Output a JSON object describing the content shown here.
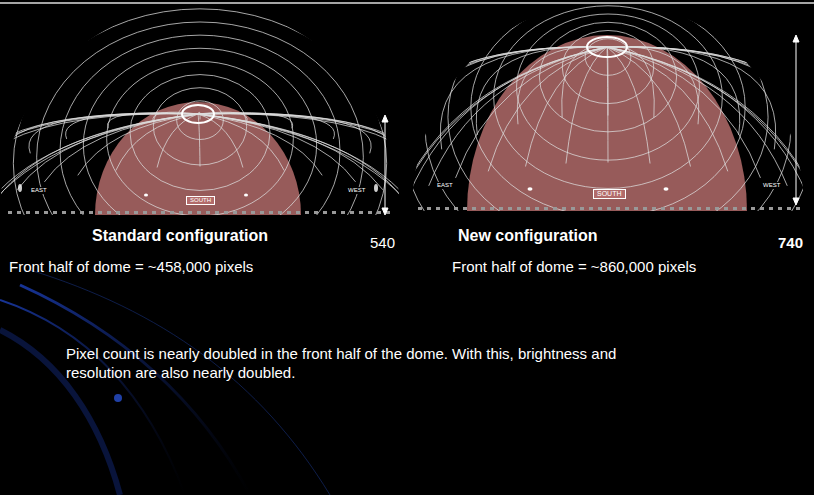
{
  "diagram": {
    "labels": [
      "Standard configuration",
      "540",
      "New configuration",
      "740",
      "Front half of dome = ~458,000 pixels",
      "Front half of dome = ~860,000 pixels",
      "Pixel count is nearly doubled in the front half of the dome. With this, brightness and resolution are also nearly doubled.",
      "EAST",
      "SOUTH",
      "WEST",
      "EAST",
      "SOUTH",
      "WEST"
    ]
  }
}
